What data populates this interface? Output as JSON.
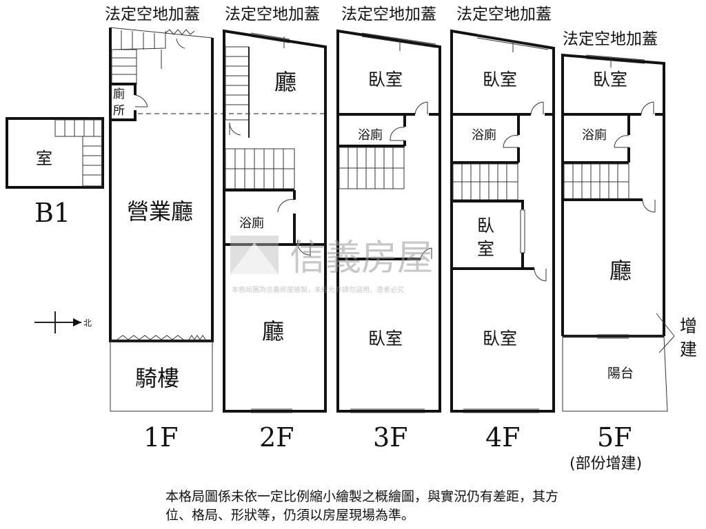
{
  "header_labels": [
    "法定空地加蓋",
    "法定空地加蓋",
    "法定空地加蓋",
    "法定空地加蓋",
    "法定空地加蓋"
  ],
  "b1": {
    "room": "室",
    "floor": "B1"
  },
  "floor1": {
    "bathroom": "廁所",
    "main_hall": "營業廳",
    "arcade": "騎樓",
    "floor": "1F"
  },
  "floor2": {
    "top_hall": "廳",
    "bathroom": "浴廁",
    "bottom_hall": "廳",
    "floor": "2F"
  },
  "floor3": {
    "top_bedroom": "臥室",
    "bathroom": "浴廁",
    "bottom_bedroom": "臥室",
    "floor": "3F"
  },
  "floor4": {
    "top_bedroom": "臥室",
    "bathroom": "浴廁",
    "mid_bedroom": "臥\n室",
    "bottom_bedroom": "臥室",
    "floor": "4F"
  },
  "floor5": {
    "top_bedroom": "臥室",
    "bathroom": "浴廁",
    "hall": "廳",
    "balcony": "陽台",
    "addition": "增\n建",
    "floor": "5F",
    "note": "(部份增建)"
  },
  "north": "北",
  "watermark": {
    "brand": "信義房屋",
    "notice": "本格局圖為信義房屋繪製，未經允許請勿盜用，違者必究"
  },
  "disclaimer": "本格局圖係未依一定比例縮小繪製之概繪圖，與實況仍有差距，其方位、格局、形狀等，仍須以房屋現場為準。"
}
